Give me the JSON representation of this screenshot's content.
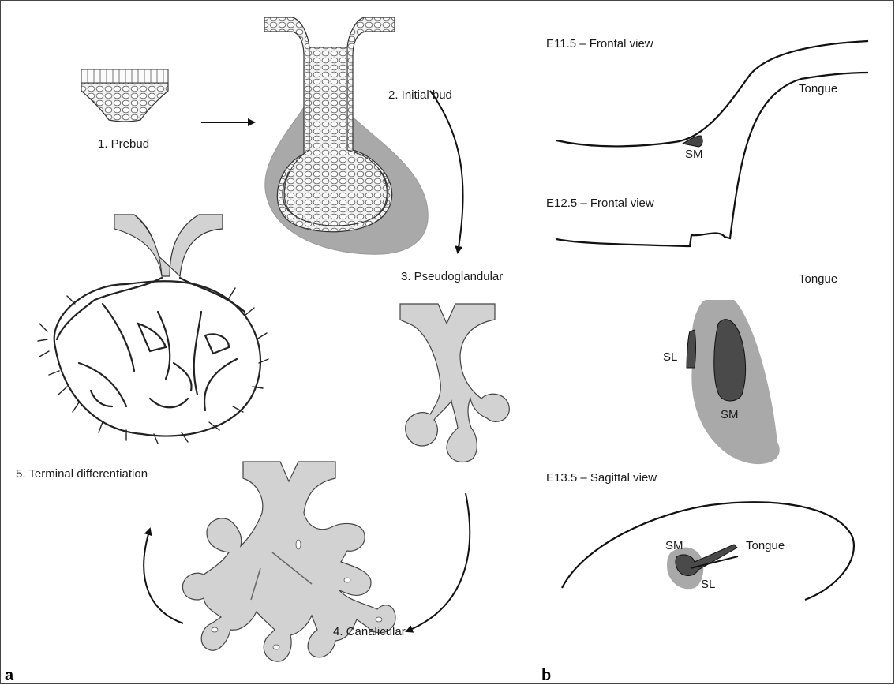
{
  "panel_a": {
    "letter": "a",
    "stages": {
      "prebud": "1. Prebud",
      "initial_bud": "2. Initial bud",
      "pseudoglandular": "3. Pseudoglandular",
      "canalicular": "4. Canalicular",
      "terminal": "5. Terminal differentiation"
    }
  },
  "panel_b": {
    "letter": "b",
    "e11": {
      "title": "E11.5 – Frontal view",
      "tongue": "Tongue",
      "sm": "SM"
    },
    "e12": {
      "title": "E12.5 – Frontal view",
      "tongue": "Tongue",
      "sl": "SL",
      "sm": "SM"
    },
    "e13": {
      "title": "E13.5 – Sagittal view",
      "tongue": "Tongue",
      "sm": "SM",
      "sl": "SL"
    }
  },
  "colors": {
    "mesenchyme": "#a9a9a9",
    "epithelium_fill": "#d2d2d2",
    "gland_dark": "#4a4a4a",
    "outline": "#1a1a1a"
  }
}
